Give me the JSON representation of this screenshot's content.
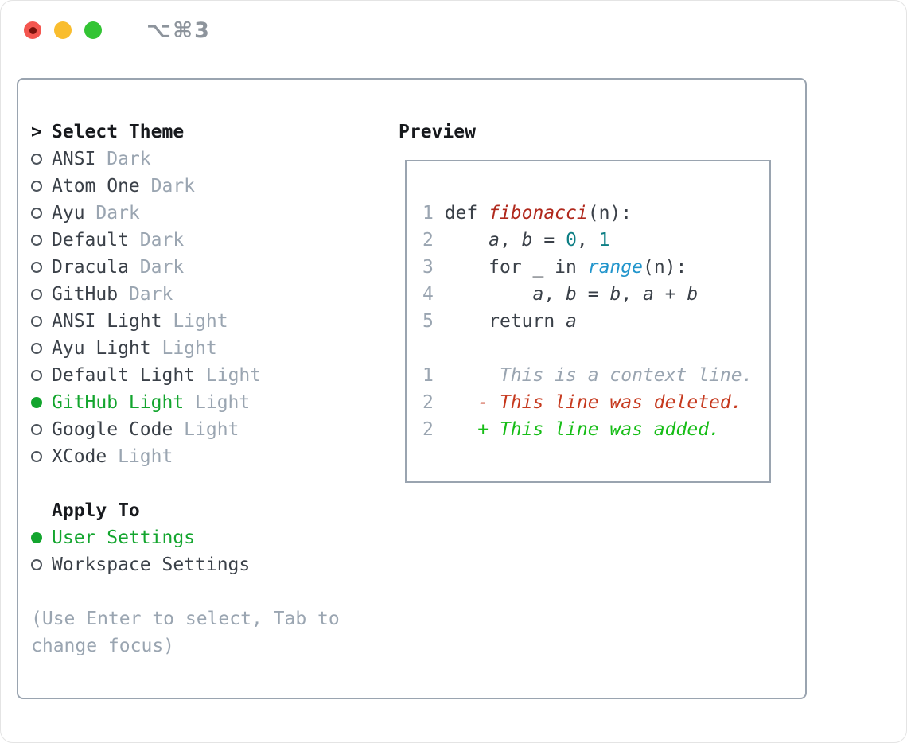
{
  "window": {
    "title": "⌥⌘3"
  },
  "theme_selector": {
    "header": {
      "prefix": ">",
      "label": "Select Theme"
    },
    "themes": [
      {
        "name": "ANSI",
        "variant": "Dark",
        "selected": false
      },
      {
        "name": "Atom One",
        "variant": "Dark",
        "selected": false
      },
      {
        "name": "Ayu",
        "variant": "Dark",
        "selected": false
      },
      {
        "name": "Default",
        "variant": "Dark",
        "selected": false
      },
      {
        "name": "Dracula",
        "variant": "Dark",
        "selected": false
      },
      {
        "name": "GitHub",
        "variant": "Dark",
        "selected": false
      },
      {
        "name": "ANSI Light",
        "variant": "Light",
        "selected": false
      },
      {
        "name": "Ayu Light",
        "variant": "Light",
        "selected": false
      },
      {
        "name": "Default Light",
        "variant": "Light",
        "selected": false
      },
      {
        "name": "GitHub Light",
        "variant": "Light",
        "selected": true
      },
      {
        "name": "Google Code",
        "variant": "Light",
        "selected": false
      },
      {
        "name": "XCode",
        "variant": "Light",
        "selected": false
      }
    ],
    "apply_to": {
      "label": "Apply To",
      "options": [
        {
          "label": "User Settings",
          "selected": true
        },
        {
          "label": "Workspace Settings",
          "selected": false
        }
      ]
    },
    "hint_lines": [
      "(Use Enter to select, Tab to",
      "change focus)"
    ]
  },
  "preview": {
    "label": "Preview",
    "lines": [
      {
        "num": "1",
        "segs": [
          {
            "t": "def ",
            "c": "code"
          },
          {
            "t": "fibonacci",
            "c": "fn"
          },
          {
            "t": "(n):",
            "c": "code"
          }
        ]
      },
      {
        "num": "2",
        "segs": [
          {
            "t": "    ",
            "c": "code"
          },
          {
            "t": "a",
            "c": "var"
          },
          {
            "t": ", ",
            "c": "code"
          },
          {
            "t": "b",
            "c": "var"
          },
          {
            "t": " = ",
            "c": "code"
          },
          {
            "t": "0",
            "c": "lit"
          },
          {
            "t": ", ",
            "c": "code"
          },
          {
            "t": "1",
            "c": "lit"
          }
        ]
      },
      {
        "num": "3",
        "segs": [
          {
            "t": "    for _ in ",
            "c": "code"
          },
          {
            "t": "range",
            "c": "builtin"
          },
          {
            "t": "(n):",
            "c": "code"
          }
        ]
      },
      {
        "num": "4",
        "segs": [
          {
            "t": "        ",
            "c": "code"
          },
          {
            "t": "a",
            "c": "var"
          },
          {
            "t": ", ",
            "c": "code"
          },
          {
            "t": "b",
            "c": "var"
          },
          {
            "t": " = ",
            "c": "code"
          },
          {
            "t": "b",
            "c": "var"
          },
          {
            "t": ", ",
            "c": "code"
          },
          {
            "t": "a",
            "c": "var"
          },
          {
            "t": " + ",
            "c": "code"
          },
          {
            "t": "b",
            "c": "var"
          }
        ]
      },
      {
        "num": "5",
        "segs": [
          {
            "t": "    return ",
            "c": "code"
          },
          {
            "t": "a",
            "c": "var"
          }
        ]
      },
      {
        "num": "",
        "segs": []
      },
      {
        "num": "1",
        "segs": [
          {
            "t": "     This is a context line.",
            "c": "ctx"
          }
        ]
      },
      {
        "num": "2",
        "segs": [
          {
            "t": "   - This line was deleted.",
            "c": "del"
          }
        ]
      },
      {
        "num": "2",
        "segs": [
          {
            "t": "   + This line was added.",
            "c": "add"
          }
        ]
      }
    ]
  },
  "colors": {
    "dark-text": "#3a4048",
    "header-text": "#17191d",
    "gray-text": "#9aa5b1",
    "panel-border": "#9aa4b0",
    "select-green": "#13a52e",
    "kw-red": "#b0281c",
    "del-red": "#c63a1f",
    "add-green": "#17bd17",
    "teal": "#0e7f85",
    "blue": "#2195cc",
    "title-gray": "#8d949c",
    "tl-red": "#f4564f",
    "tl-red-dot": "#7a120b",
    "tl-yellow": "#f9bd2e",
    "tl-green": "#33c434",
    "circle-outline": "#4d545c"
  }
}
